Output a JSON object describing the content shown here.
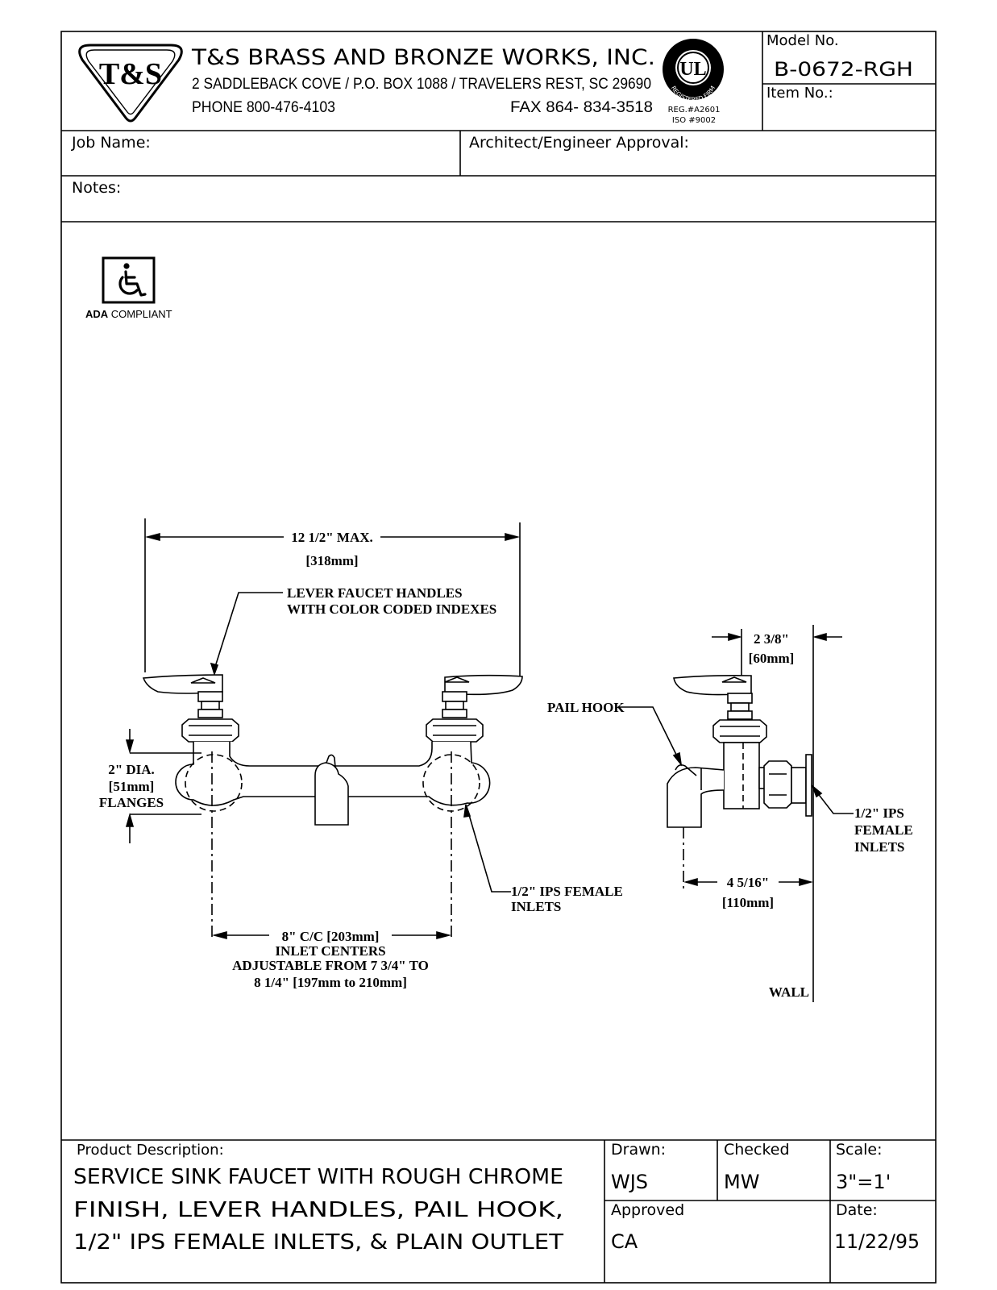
{
  "header": {
    "logo_text": "T&S",
    "company": "T&S BRASS AND BRONZE WORKS, INC.",
    "address": "2 SADDLEBACK COVE / P.O. BOX 1088 / TRAVELERS REST, SC 29690",
    "phone": "PHONE 800-476-4103",
    "fax": "FAX  864- 834-3518",
    "ul_mark": "UL",
    "ul_ring_text": "REGISTERED FIRM",
    "reg_number": "REG.#A2601",
    "iso_number": "ISO #9002",
    "model_label": "Model No.",
    "model_value": "B-0672-RGH",
    "item_label": "Item No.:"
  },
  "fields": {
    "job_name": "Job Name:",
    "architect": "Architect/Engineer Approval:",
    "notes": "Notes:"
  },
  "ada": {
    "label_bold": "ADA",
    "label_rest": " COMPLIANT"
  },
  "drawing": {
    "width_dim": "12 1/2\" MAX.",
    "width_mm": "[318mm]",
    "handles_line1": "LEVER FAUCET HANDLES",
    "handles_line2": "WITH COLOR CODED INDEXES",
    "flange_line1": "2\" DIA.",
    "flange_line2": "[51mm]",
    "flange_line3": "FLANGES",
    "inlet_line1": "1/2\" IPS FEMALE",
    "inlet_line2": "INLETS",
    "centers_line1": "8\" C/C [203mm]",
    "centers_line2": "INLET CENTERS",
    "centers_line3": "ADJUSTABLE FROM 7 3/4\" TO",
    "centers_line4": "8 1/4\" [197mm to 210mm]",
    "side_dim": "2 3/8\"",
    "side_mm": "[60mm]",
    "pail_hook": "PAIL HOOK",
    "side_inlet_line1": "1/2\" IPS",
    "side_inlet_line2": "FEMALE",
    "side_inlet_line3": "INLETS",
    "depth_dim": "4 5/16\"",
    "depth_mm": "[110mm]",
    "wall": "WALL"
  },
  "footer": {
    "desc_label": "Product Description:",
    "desc_line1": "SERVICE SINK FAUCET WITH ROUGH CHROME",
    "desc_line2": "FINISH, LEVER HANDLES, PAIL HOOK,",
    "desc_line3": "1/2\" IPS FEMALE INLETS, & PLAIN OUTLET",
    "drawn_label": "Drawn:",
    "drawn_value": "WJS",
    "checked_label": "Checked",
    "checked_value": "MW",
    "scale_label": "Scale:",
    "scale_value": "3\"=1'",
    "approved_label": "Approved",
    "approved_value": "CA",
    "date_label": "Date:",
    "date_value": "11/22/95"
  }
}
